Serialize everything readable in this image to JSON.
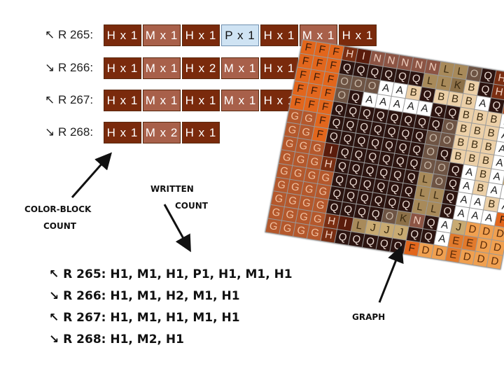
{
  "color_block_rows": [
    {
      "label": "↖ R 265:",
      "blocks": [
        {
          "text": "H x 1",
          "color": "#7a2a0c"
        },
        {
          "text": "M x 1",
          "color": "#a8604a"
        },
        {
          "text": "H x 1",
          "color": "#7a2a0c"
        },
        {
          "text": "P x 1",
          "color": "#cfe3f3"
        },
        {
          "text": "H x 1",
          "color": "#7a2a0c"
        },
        {
          "text": "M x 1",
          "color": "#a8604a"
        },
        {
          "text": "H x 1",
          "color": "#7a2a0c"
        }
      ]
    },
    {
      "label": "↘ R 266:",
      "blocks": [
        {
          "text": "H x 1",
          "color": "#7a2a0c"
        },
        {
          "text": "M x 1",
          "color": "#a8604a"
        },
        {
          "text": "H x 2",
          "color": "#7a2a0c"
        },
        {
          "text": "M x 1",
          "color": "#a8604a"
        },
        {
          "text": "H x 1",
          "color": "#7a2a0c"
        }
      ]
    },
    {
      "label": "↖ R 267:",
      "blocks": [
        {
          "text": "H x 1",
          "color": "#7a2a0c"
        },
        {
          "text": "M x 1",
          "color": "#a8604a"
        },
        {
          "text": "H x 1",
          "color": "#7a2a0c"
        },
        {
          "text": "M x 1",
          "color": "#a8604a"
        },
        {
          "text": "H x 1",
          "color": "#7a2a0c"
        }
      ]
    },
    {
      "label": "↘ R 268:",
      "blocks": [
        {
          "text": "H x 1",
          "color": "#7a2a0c"
        },
        {
          "text": "M x 2",
          "color": "#a8604a"
        },
        {
          "text": "H x 1",
          "color": "#7a2a0c"
        }
      ]
    }
  ],
  "annotations": {
    "color_block_1": "COLOR-BLOCK",
    "color_block_2": "COUNT",
    "written_1": "WRITTEN",
    "written_2": "COUNT",
    "graph": "GRAPH"
  },
  "written_count": [
    "↖ R 265: H1, M1, H1, P1, H1, M1, H1",
    "↘ R 266: H1, M1, H2, M1, H1",
    "↖ R 267: H1, M1, H1, M1, H1",
    "↘ R 268: H1, M2, H1"
  ],
  "graph": {
    "rows": [
      "FFFHINNNNNLLOQHGG",
      "FFFQQQQQQLLKBQHGF",
      "FFFOOOAABQBBBAQGF",
      "FFFOQAAAAAQQBBBAH",
      "FFFQQQQQQQQOBBBAL",
      "GGFQQQQQQQOOBBBAG",
      "GGFQQQQQQQOQBBBAN",
      "GGGIQQQQQQOOQABAJ",
      "GGGHQQQQQQLOQABAA",
      "GGGGQQQQQQLLQAABA",
      "GGGGQQQQQQLLQAAAF",
      "GGGGQQQQOKNQAJDDD",
      "GGGGHILJJJQQAEEDD",
      "GGGGHQQQQQFDDEDDD"
    ],
    "colors": {
      "F": "#e2661c",
      "G": "#b4582c",
      "H": "#7a2e12",
      "I": "#5a1c0c",
      "N": "#8c5444",
      "Q": "#2c1410",
      "O": "#6e5444",
      "L": "#a88a5a",
      "K": "#8c7048",
      "B": "#ecd0a8",
      "A": "#ffffff",
      "J": "#c8aa72",
      "D": "#f0a050",
      "E": "#e27a2c",
      "M": "#c48468"
    },
    "textColors": {
      "F": "#3a1a08",
      "G": "#f0c0a0",
      "H": "#f0d0c0",
      "I": "#f0d0c0",
      "N": "#f0d0c0",
      "Q": "#e8d8d0",
      "O": "#c8b8a8",
      "L": "#3a2a10",
      "K": "#3a2a10",
      "B": "#3a2a10",
      "A": "#222222",
      "J": "#3a2a10",
      "D": "#5a2a08",
      "E": "#5a2a08",
      "M": "#ffffff"
    }
  }
}
